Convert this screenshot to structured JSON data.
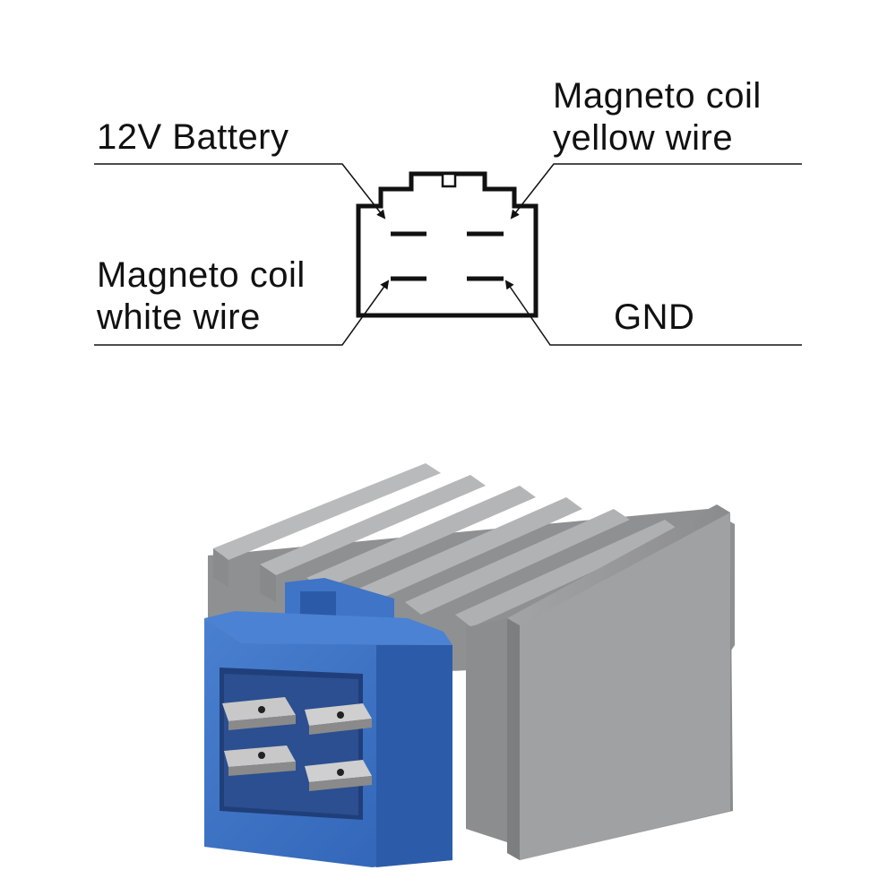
{
  "labels": {
    "battery": "12V Battery",
    "yellow_wire_line1": "Magneto coil",
    "yellow_wire_line2": "yellow wire",
    "white_wire_line1": "Magneto coil",
    "white_wire_line2": "white wire",
    "gnd": "GND"
  },
  "colors": {
    "line": "#111111",
    "connector_blue": "#3a6fc0",
    "connector_blue_dark": "#244f98",
    "heatsink_light": "#a9aaac",
    "heatsink_mid": "#8e8f91",
    "heatsink_dark": "#6f7072",
    "pin_metal": "#c9c9c9"
  }
}
